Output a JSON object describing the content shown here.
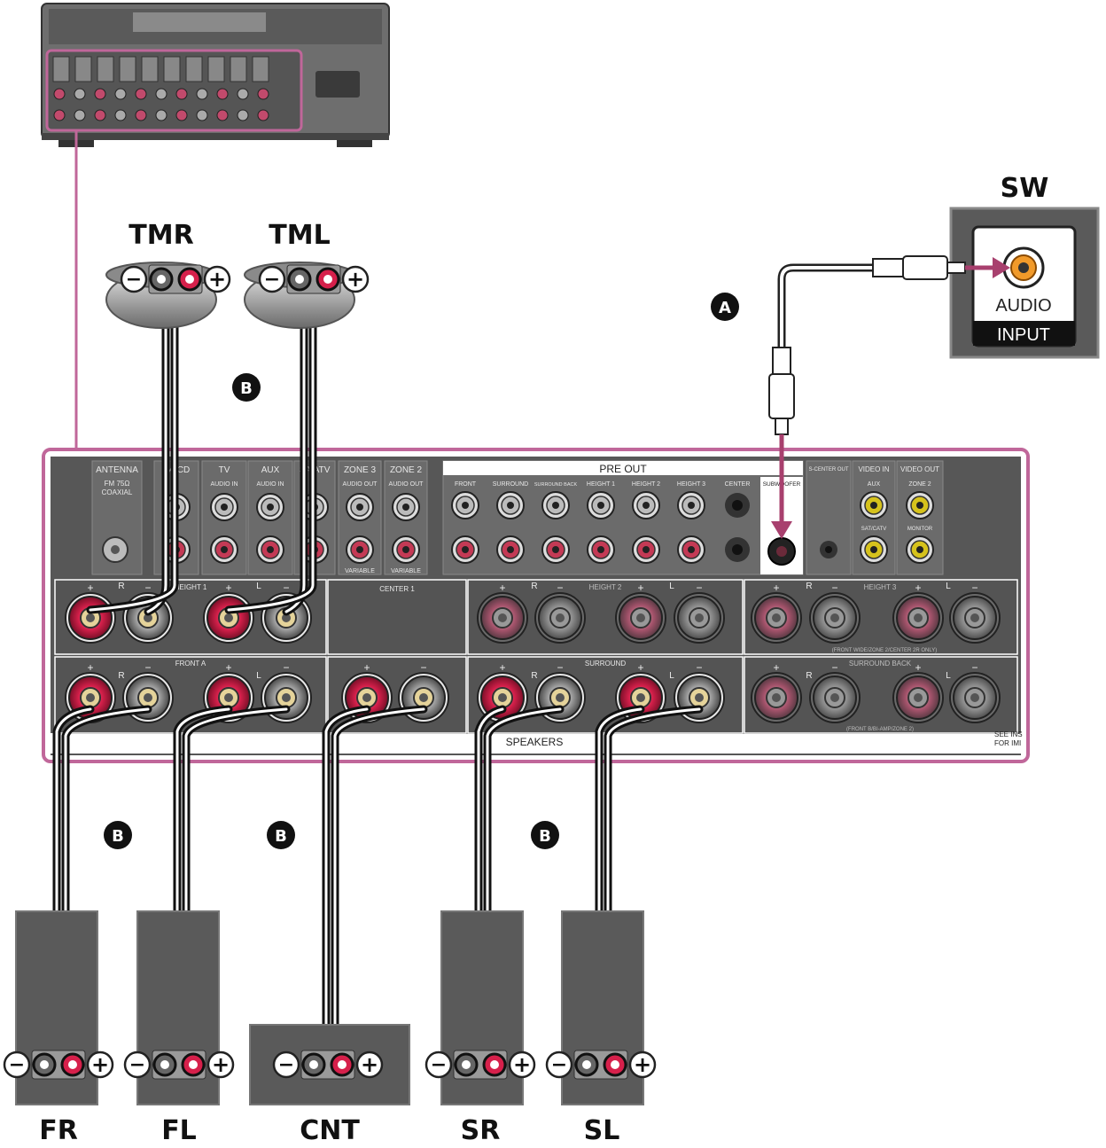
{
  "colors": {
    "panel": "#555555",
    "highlight": "#c0679a",
    "terminal_red": "#d6204b",
    "terminal_gray": "#9a9a9a",
    "cable_arrow": "#a8406e",
    "jack_orange": "#f19a2a",
    "badge": "#111111"
  },
  "labels": {
    "tmr": "TMR",
    "tml": "TML",
    "sw": "SW",
    "fr": "FR",
    "fl": "FL",
    "cnt": "CNT",
    "sr": "SR",
    "sl": "SL",
    "badge_a": "A",
    "badge_b": "B"
  },
  "subwoofer": {
    "audio": "AUDIO",
    "input": "INPUT"
  },
  "polarity": {
    "minus": "−",
    "plus": "+"
  },
  "receiver": {
    "antenna": "ANTENNA",
    "antenna_sub1": "FM 75Ω",
    "antenna_sub2": "COAXIAL",
    "sat_cd": "SA/CD",
    "tv": "TV",
    "tv_sub": "AUDIO IN",
    "aux": "AUX",
    "aux_sub": "AUDIO IN",
    "sat_catv": "SA/ATV",
    "zone3": "ZONE 3",
    "zone3_sub": "AUDIO OUT",
    "zone2": "ZONE 2",
    "zone2_sub": "AUDIO OUT",
    "variable": "VARIABLE",
    "pre_out": "PRE OUT",
    "pre_front": "FRONT",
    "pre_surround": "SURROUND",
    "pre_surround_back": "SURROUND BACK",
    "pre_height1": "HEIGHT 1",
    "pre_height2": "HEIGHT 2",
    "pre_height3": "HEIGHT 3",
    "pre_center": "CENTER",
    "pre_subwoofer": "SUBWOOFER",
    "s_center_out": "S-CENTER OUT",
    "video_in": "VIDEO IN",
    "video_in_sub": "AUX",
    "video_in_sub2": "SAT/CATV",
    "video_out": "VIDEO OUT",
    "video_out_sub": "ZONE 2",
    "video_out_sub2": "MONITOR",
    "height1": "HEIGHT 1",
    "center1": "CENTER 1",
    "height2": "HEIGHT 2",
    "height3": "HEIGHT 3",
    "front_a": "FRONT A",
    "surround": "SURROUND",
    "surround_back": "SURROUND BACK",
    "front_wide_note": "(FRONT WIDE/ZONE 2/CENTER 2R ONLY)",
    "front_b_note": "(FRONT B/BI-AMP/ZONE 2)",
    "speakers": "SPEAKERS",
    "see_ins": "SEE INS",
    "for_imp": "FOR IMI",
    "r": "R",
    "l": "L"
  }
}
